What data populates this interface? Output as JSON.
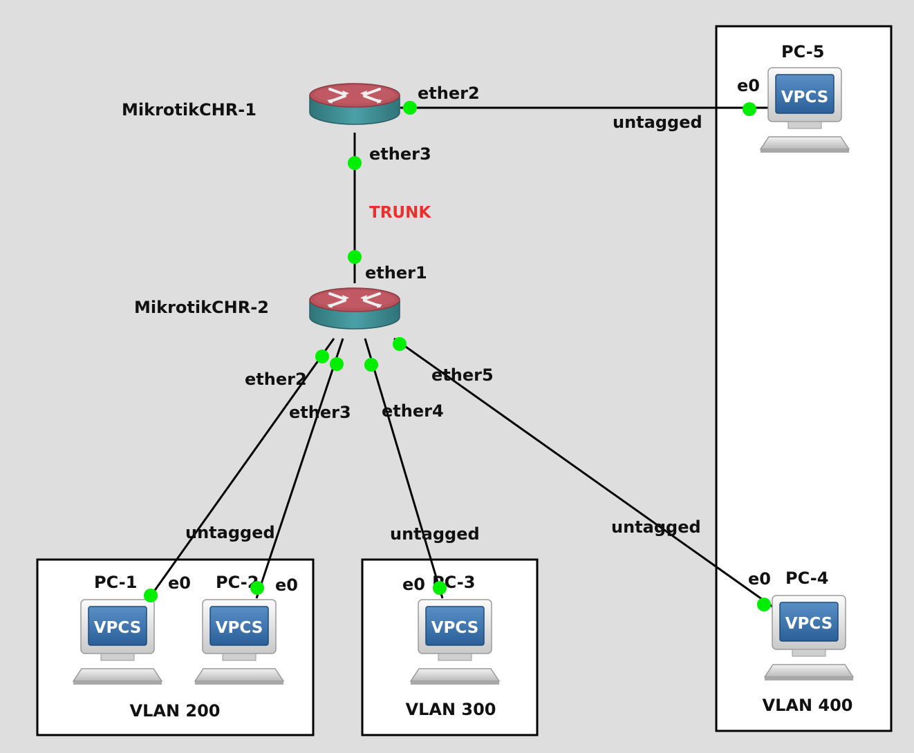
{
  "colors": {
    "background": "#dedede",
    "link": "#000000",
    "port_dot": "#00ee00",
    "trunk_label": "#e8302f",
    "router_top": "#b8525c",
    "router_body": "#3e8e94",
    "vpcs_screen": "#2f6aa5"
  },
  "routers": {
    "r1": {
      "name": "MikrotikCHR-1",
      "icon": "router-icon"
    },
    "r2": {
      "name": "MikrotikCHR-2",
      "icon": "router-icon"
    }
  },
  "pcs": {
    "pc1": {
      "name": "PC-1",
      "screen_text": "VPCS",
      "icon": "vpcs-computer-icon"
    },
    "pc2": {
      "name": "PC-2",
      "screen_text": "VPCS",
      "icon": "vpcs-computer-icon"
    },
    "pc3": {
      "name": "PC-3",
      "screen_text": "VPCS",
      "icon": "vpcs-computer-icon"
    },
    "pc4": {
      "name": "PC-4",
      "screen_text": "VPCS",
      "icon": "vpcs-computer-icon"
    },
    "pc5": {
      "name": "PC-5",
      "screen_text": "VPCS",
      "icon": "vpcs-computer-icon"
    }
  },
  "vlans": {
    "v200": "VLAN 200",
    "v300": "VLAN 300",
    "v400": "VLAN 400"
  },
  "ports": {
    "r1_e2": "ether2",
    "r1_e3": "ether3",
    "r2_e1": "ether1",
    "r2_e2": "ether2",
    "r2_e3": "ether3",
    "r2_e4": "ether4",
    "r2_e5": "ether5",
    "pc1_e0": "e0",
    "pc2_e0": "e0",
    "pc3_e0": "e0",
    "pc4_e0": "e0",
    "pc5_e0": "e0"
  },
  "link_labels": {
    "trunk": "TRUNK",
    "r1_pc5": "untagged",
    "pc1": "untagged",
    "pc3": "untagged",
    "pc4": "untagged"
  }
}
